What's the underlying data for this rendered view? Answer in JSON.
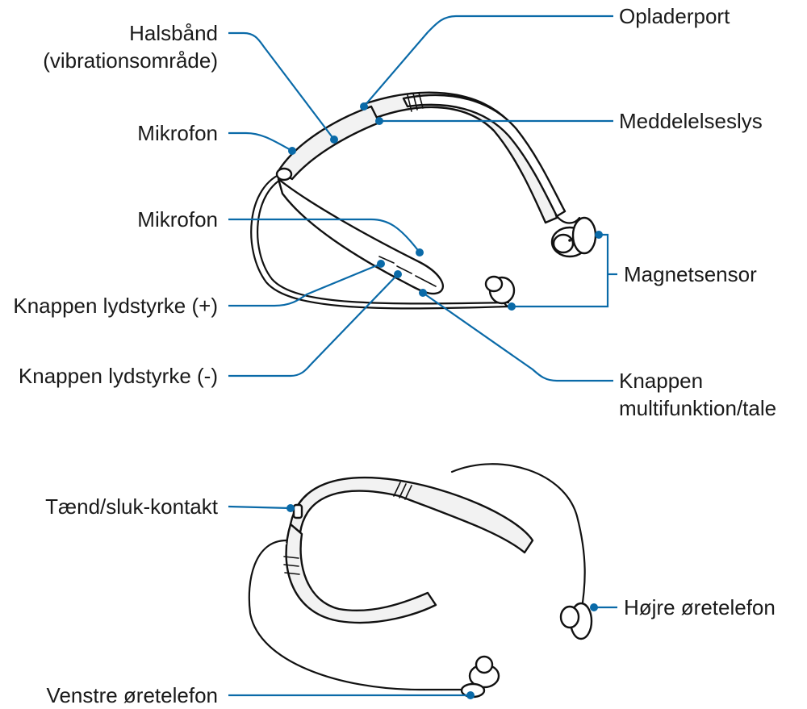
{
  "labels": {
    "halsbaand_1": "Halsbånd",
    "halsbaand_2": "(vibrationsområde)",
    "mikrofon_top": "Mikrofon",
    "mikrofon_mid": "Mikrofon",
    "vol_up": "Knappen lydstyrke (+)",
    "vol_down": "Knappen lydstyrke (-)",
    "opladerport": "Opladerport",
    "meddelelseslys": "Meddelelseslys",
    "magnetsensor": "Magnetsensor",
    "multi_1": "Knappen",
    "multi_2": "multifunktion/tale",
    "power": "Tænd/sluk-kontakt",
    "right_earbud": "Højre øretelefon",
    "left_earbud": "Venstre øretelefon"
  },
  "colors": {
    "leader": "#0a6aa8",
    "outline": "#111111",
    "text": "#1a1a1a"
  }
}
